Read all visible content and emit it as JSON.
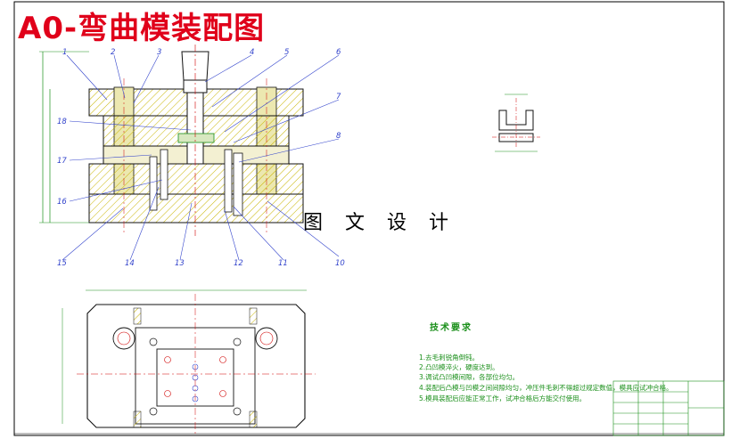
{
  "title": "A0-弯曲模装配图",
  "watermark": "图 文 设 计",
  "part_numbers": [
    "1",
    "2",
    "3",
    "4",
    "5",
    "6",
    "7",
    "8",
    "10",
    "11",
    "12",
    "13",
    "14",
    "15",
    "16",
    "17",
    "18"
  ],
  "tech_requirements": {
    "heading": "技术要求",
    "notes": [
      "1.去毛刺锐角倒钝。",
      "2.凸凹模淬火，硬度达到。",
      "3.调试凸凹模间隙，各部位均匀。",
      "4.装配后凸模与凹模之间间隙均匀，冲压件毛刺不得超过规定数值，模具应试冲合格。",
      "5.模具装配后应能正常工作，试冲合格后方能交付使用。"
    ]
  },
  "colors": {
    "title_red": "#e0001a",
    "outline": "#111111",
    "hatch": "#c8b400",
    "centerline": "#d00000",
    "dimension_green": "#1a8f1a",
    "leader_blue": "#3344cc"
  }
}
